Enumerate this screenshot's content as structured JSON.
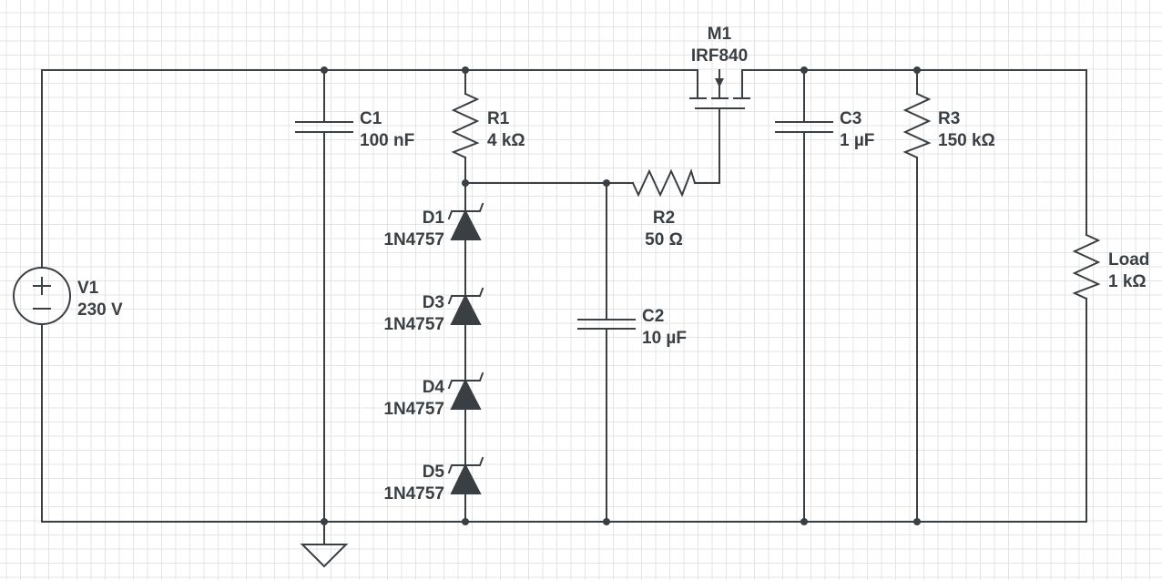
{
  "components": {
    "v1": {
      "ref": "V1",
      "value": "230 V"
    },
    "c1": {
      "ref": "C1",
      "value": "100 nF"
    },
    "r1": {
      "ref": "R1",
      "value": "4 kΩ"
    },
    "m1": {
      "ref": "M1",
      "value": "IRF840"
    },
    "r2": {
      "ref": "R2",
      "value": "50 Ω"
    },
    "c2": {
      "ref": "C2",
      "value": "10 µF"
    },
    "c3": {
      "ref": "C3",
      "value": "1 µF"
    },
    "r3": {
      "ref": "R3",
      "value": "150 kΩ"
    },
    "load": {
      "ref": "Load",
      "value": "1 kΩ"
    },
    "d1": {
      "ref": "D1",
      "value": "1N4757"
    },
    "d3": {
      "ref": "D3",
      "value": "1N4757"
    },
    "d4": {
      "ref": "D4",
      "value": "1N4757"
    },
    "d5": {
      "ref": "D5",
      "value": "1N4757"
    }
  },
  "colors": {
    "wire": "#3a3f44",
    "grid": "#e4e4e4",
    "background": "#ffffff"
  }
}
